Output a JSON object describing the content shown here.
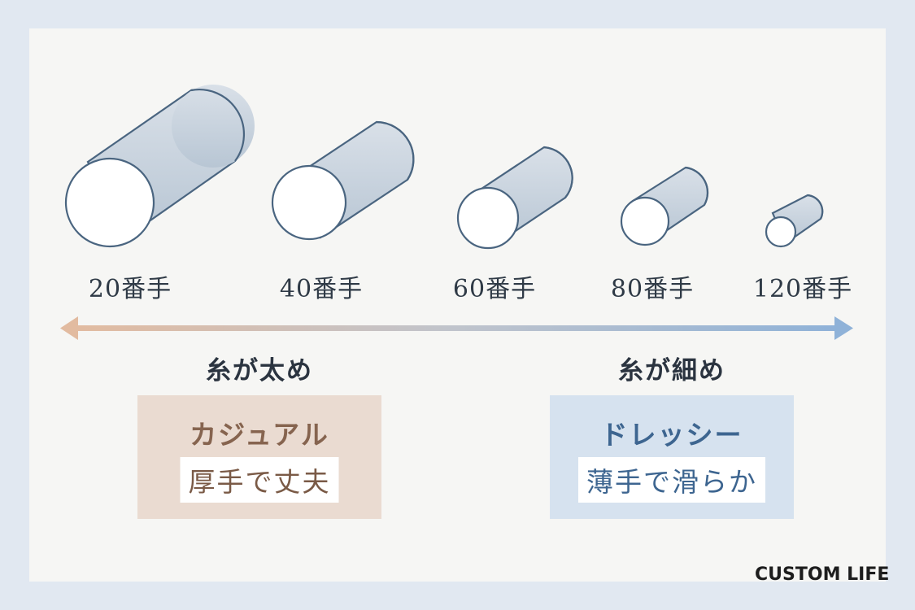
{
  "threads": [
    {
      "label": "20番手"
    },
    {
      "label": "40番手"
    },
    {
      "label": "60番手"
    },
    {
      "label": "80番手"
    },
    {
      "label": "120番手"
    }
  ],
  "left": {
    "heading": "糸が太め",
    "line1": "カジュアル",
    "line2": "厚手で丈夫"
  },
  "right": {
    "heading": "糸が細め",
    "line1": "ドレッシー",
    "line2": "薄手で滑らか"
  },
  "colors": {
    "arrow_left": "#e2bba0",
    "arrow_right": "#8fb2d8",
    "cylinder_fill": "#c9d3de",
    "cylinder_stroke": "#4a6580"
  },
  "logo": "CUSTOM LIFE"
}
